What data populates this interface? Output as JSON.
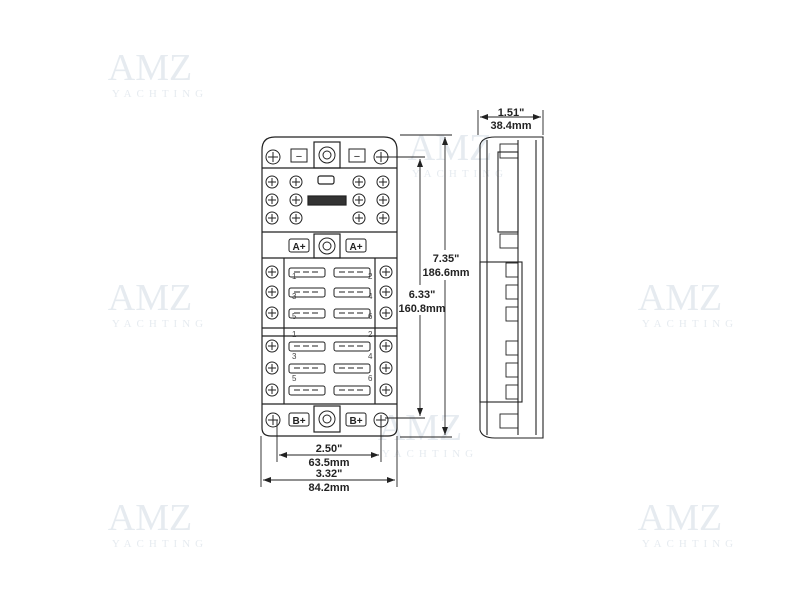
{
  "watermark": {
    "logo": "AMZ",
    "sub": "YACHTING"
  },
  "front_view": {
    "negative_labels": [
      "−",
      "−"
    ],
    "a_plus_labels": [
      "A+",
      "A+"
    ],
    "b_plus_labels": [
      "B+",
      "B+"
    ],
    "fuse_numbers_group1": [
      "1",
      "2",
      "3",
      "4",
      "5",
      "6"
    ],
    "fuse_numbers_group2": [
      "1",
      "2",
      "3",
      "4",
      "5",
      "6"
    ]
  },
  "dimensions": {
    "overall_height": {
      "in": "7.35\"",
      "mm": "186.6mm"
    },
    "mount_height": {
      "in": "6.33\"",
      "mm": "160.8mm"
    },
    "mount_width": {
      "in": "2.50\"",
      "mm": "63.5mm"
    },
    "overall_width": {
      "in": "3.32\"",
      "mm": "84.2mm"
    },
    "depth": {
      "in": "1.51\"",
      "mm": "38.4mm"
    }
  }
}
